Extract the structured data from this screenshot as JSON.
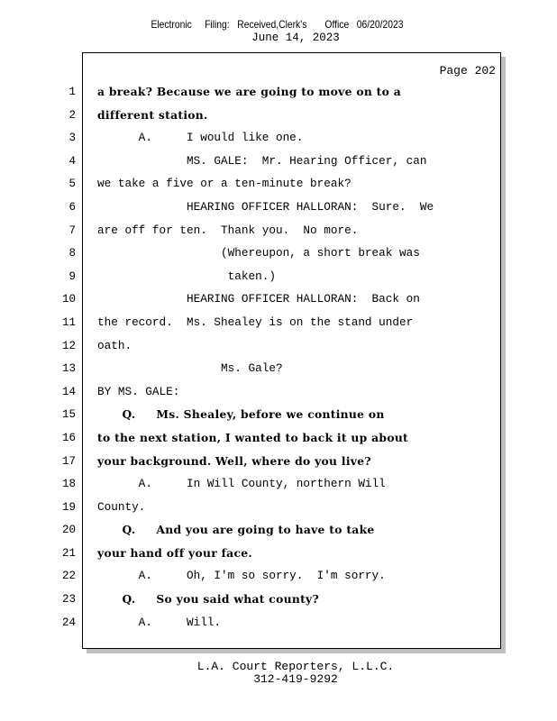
{
  "header": {
    "filing_stamp": "Electronic     Filing:   Received,Clerk's       Office   06/20/2023",
    "date": "June 14, 2023"
  },
  "page": {
    "label": "Page 202",
    "lines": [
      {
        "num": "1",
        "text": "a break? Because we are going to move on to a",
        "bold": true
      },
      {
        "num": "2",
        "text": "different station.",
        "bold": true
      },
      {
        "num": "3",
        "text": "      A.     I would like one.",
        "bold": false
      },
      {
        "num": "4",
        "text": "             MS. GALE:  Mr. Hearing Officer, can",
        "bold": false
      },
      {
        "num": "5",
        "text": "we take a five or a ten-minute break?",
        "bold": false
      },
      {
        "num": "6",
        "text": "             HEARING OFFICER HALLORAN:  Sure.  We",
        "bold": false
      },
      {
        "num": "7",
        "text": "are off for ten.  Thank you.  No more.",
        "bold": false
      },
      {
        "num": "8",
        "text": "                  (Whereupon, a short break was",
        "bold": false
      },
      {
        "num": "9",
        "text": "                   taken.)",
        "bold": false
      },
      {
        "num": "10",
        "text": "             HEARING OFFICER HALLORAN:  Back on",
        "bold": false
      },
      {
        "num": "11",
        "text": "the record.  Ms. Shealey is on the stand under",
        "bold": false
      },
      {
        "num": "12",
        "text": "oath.",
        "bold": false
      },
      {
        "num": "13",
        "text": "                  Ms. Gale?",
        "bold": false
      },
      {
        "num": "14",
        "text": "BY MS. GALE:",
        "bold": false
      },
      {
        "num": "15",
        "text": "      Q.     Ms. Shealey, before we continue on",
        "bold": true
      },
      {
        "num": "16",
        "text": "to the next station, I wanted to back it up about",
        "bold": true
      },
      {
        "num": "17",
        "text": "your background. Well, where do you live?",
        "bold": true
      },
      {
        "num": "18",
        "text": "      A.     In Will County, northern Will",
        "bold": false
      },
      {
        "num": "19",
        "text": "County.",
        "bold": false
      },
      {
        "num": "20",
        "text": "      Q.     And you are going to have to take",
        "bold": true
      },
      {
        "num": "21",
        "text": "your hand off your face.",
        "bold": true
      },
      {
        "num": "22",
        "text": "      A.     Oh, I'm so sorry.  I'm sorry.",
        "bold": false
      },
      {
        "num": "23",
        "text": "      Q.     So you said what county?",
        "bold": true
      },
      {
        "num": "24",
        "text": "      A.     Will.",
        "bold": false
      }
    ]
  },
  "footer": {
    "company": "L.A. Court Reporters, L.L.C.",
    "phone": "312-419-9292"
  }
}
